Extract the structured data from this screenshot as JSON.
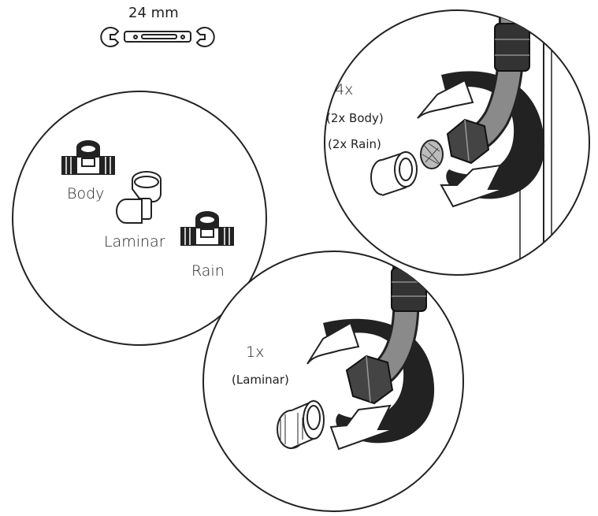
{
  "tool": {
    "size_label": "24 mm",
    "icon": "wrench-icon"
  },
  "parts_panel": {
    "items": [
      {
        "label": "Body",
        "icon": "tee-fitting-icon"
      },
      {
        "label": "Laminar",
        "icon": "elbow-fitting-icon"
      },
      {
        "label": "Rain",
        "icon": "tee-fitting-icon"
      }
    ]
  },
  "step_top": {
    "quantity": "4x",
    "detail_1": "(2x Body)",
    "detail_2": "(2x Rain)"
  },
  "step_bottom": {
    "quantity": "1x",
    "detail_1": "(Laminar)"
  }
}
